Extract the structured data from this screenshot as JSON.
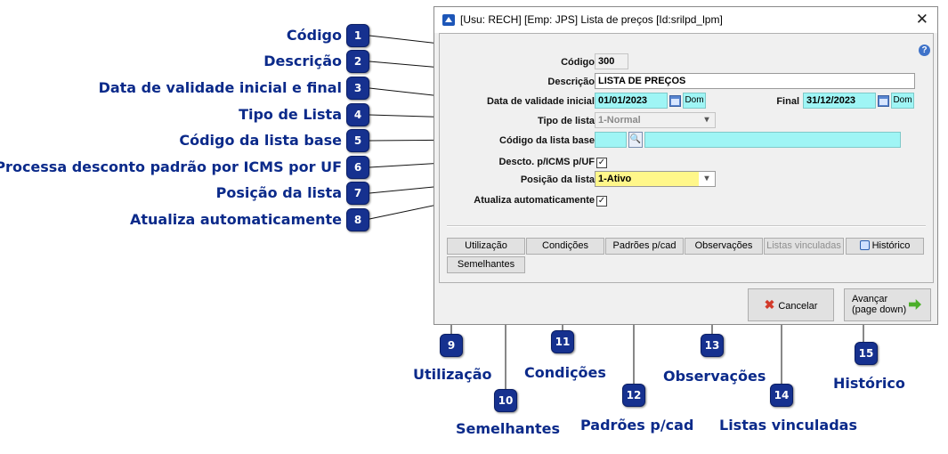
{
  "window": {
    "title": "[Usu: RECH] [Emp: JPS] Lista de preços [Id:srilpd_lpm]",
    "close_glyph": "✕",
    "help_glyph": "?"
  },
  "form": {
    "codigo_label": "Código",
    "codigo_value": "300",
    "descricao_label": "Descrição",
    "descricao_value": "LISTA DE PREÇOS",
    "data_inicial_label": "Data de validade inicial",
    "data_inicial_value": "01/01/2023",
    "data_inicial_day": "Dom",
    "final_label": "Final",
    "data_final_value": "31/12/2023",
    "data_final_day": "Dom",
    "tipo_lista_label": "Tipo de lista",
    "tipo_lista_value": "1-Normal",
    "codigo_base_label": "Código da lista base",
    "codigo_base_value": "",
    "codigo_base_desc": "",
    "descto_label": "Descto. p/ICMS p/UF",
    "descto_checked": true,
    "posicao_label": "Posição da lista",
    "posicao_value": "1-Ativo",
    "atualiza_label": "Atualiza automaticamente",
    "atualiza_checked": true,
    "check_glyph": "✓"
  },
  "tabs": {
    "utilizacao": "Utilização",
    "condicoes": "Condições",
    "padroes": "Padrões p/cad",
    "observacoes": "Observações",
    "listas_vinculadas": "Listas vinculadas",
    "historico": "Histórico",
    "semelhantes": "Semelhantes"
  },
  "footer": {
    "cancel": "Cancelar",
    "advance_line1": "Avançar",
    "advance_line2": "(page down)"
  },
  "annotations": {
    "a1": {
      "num": "1",
      "label": "Código"
    },
    "a2": {
      "num": "2",
      "label": "Descrição"
    },
    "a3": {
      "num": "3",
      "label": "Data de validade inicial e final"
    },
    "a4": {
      "num": "4",
      "label": "Tipo de Lista"
    },
    "a5": {
      "num": "5",
      "label": "Código da lista base"
    },
    "a6": {
      "num": "6",
      "label": "Processa desconto padrão por ICMS por UF"
    },
    "a7": {
      "num": "7",
      "label": "Posição da lista"
    },
    "a8": {
      "num": "8",
      "label": "Atualiza automaticamente"
    },
    "a9": {
      "num": "9",
      "label": "Utilização"
    },
    "a10": {
      "num": "10",
      "label": "Semelhantes"
    },
    "a11": {
      "num": "11",
      "label": "Condições"
    },
    "a12": {
      "num": "12",
      "label": "Padrões p/cad"
    },
    "a13": {
      "num": "13",
      "label": "Observações"
    },
    "a14": {
      "num": "14",
      "label": "Listas vinculadas"
    },
    "a15": {
      "num": "15",
      "label": "Histórico"
    }
  },
  "colors": {
    "annotation_blue": "#0b2a8a",
    "badge_blue": "#16318f",
    "field_cyan": "#9ff5f5",
    "field_yellow": "#fff78a"
  }
}
